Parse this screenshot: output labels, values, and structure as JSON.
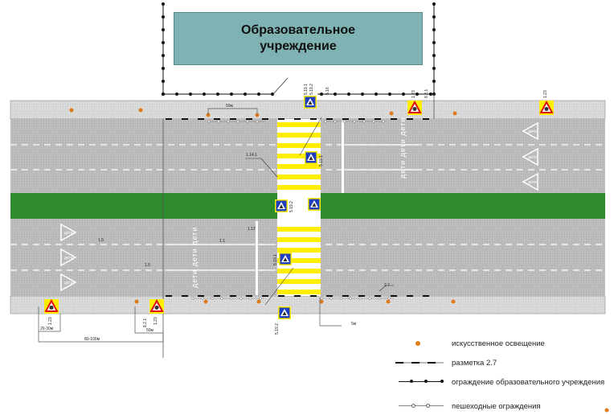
{
  "building": {
    "line1": "Образовательное",
    "line2": "учреждение"
  },
  "colors": {
    "road": "#b9b9b9",
    "sidewalk": "#d6d6d6",
    "median": "#2e8b2e",
    "crosswalk_yellow": "#ffee00",
    "building": "#7fb3b3",
    "lamp": "#e07b1a",
    "sign_blue": "#1f3fbf"
  },
  "road_text": {
    "top": "дети дети дети",
    "bottom": "дети дети дети"
  },
  "marking_labels": [
    "1.14.1",
    "1.1",
    "1.12",
    "1.5",
    "1.5",
    "2.7"
  ],
  "sign_labels": [
    "5.19.1",
    "5.19.2",
    "5.19.1",
    "5.19.2",
    "5.19.1",
    "5.19.2",
    "1.23",
    "1.23",
    "1.23",
    "1.23",
    "8.2.1",
    "8.2.1",
    "5.16"
  ],
  "dimensions": {
    "d50_top": "50м",
    "d20_30": "20-30м",
    "d50_bottom": "50м",
    "d80_100": "80-100м",
    "d5": "5м"
  },
  "legend": [
    {
      "icon": "lamp-icon",
      "label": "искусственное освещение"
    },
    {
      "icon": "marking-2-7-line-icon",
      "label": "разметка 2.7"
    },
    {
      "icon": "school-fence-line-icon",
      "label": "ограждение образовательного учреждения"
    },
    {
      "icon": "pedestrian-fence-line-icon",
      "label": "пешеходные ограждения"
    }
  ]
}
